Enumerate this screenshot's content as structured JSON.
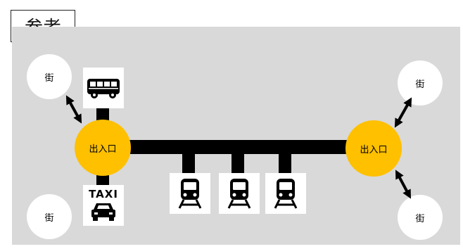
{
  "header": {
    "label": "参考"
  },
  "nodes": {
    "town_label": "街",
    "exit_label": "出入口"
  },
  "transport": {
    "bus_icon": "bus-icon",
    "taxi_icon": "taxi-icon",
    "taxi_text": "TAXI",
    "train_icon": "train-icon"
  },
  "colors": {
    "panel": "#d9d9d9",
    "exit": "#ffc000",
    "line": "#000000"
  }
}
